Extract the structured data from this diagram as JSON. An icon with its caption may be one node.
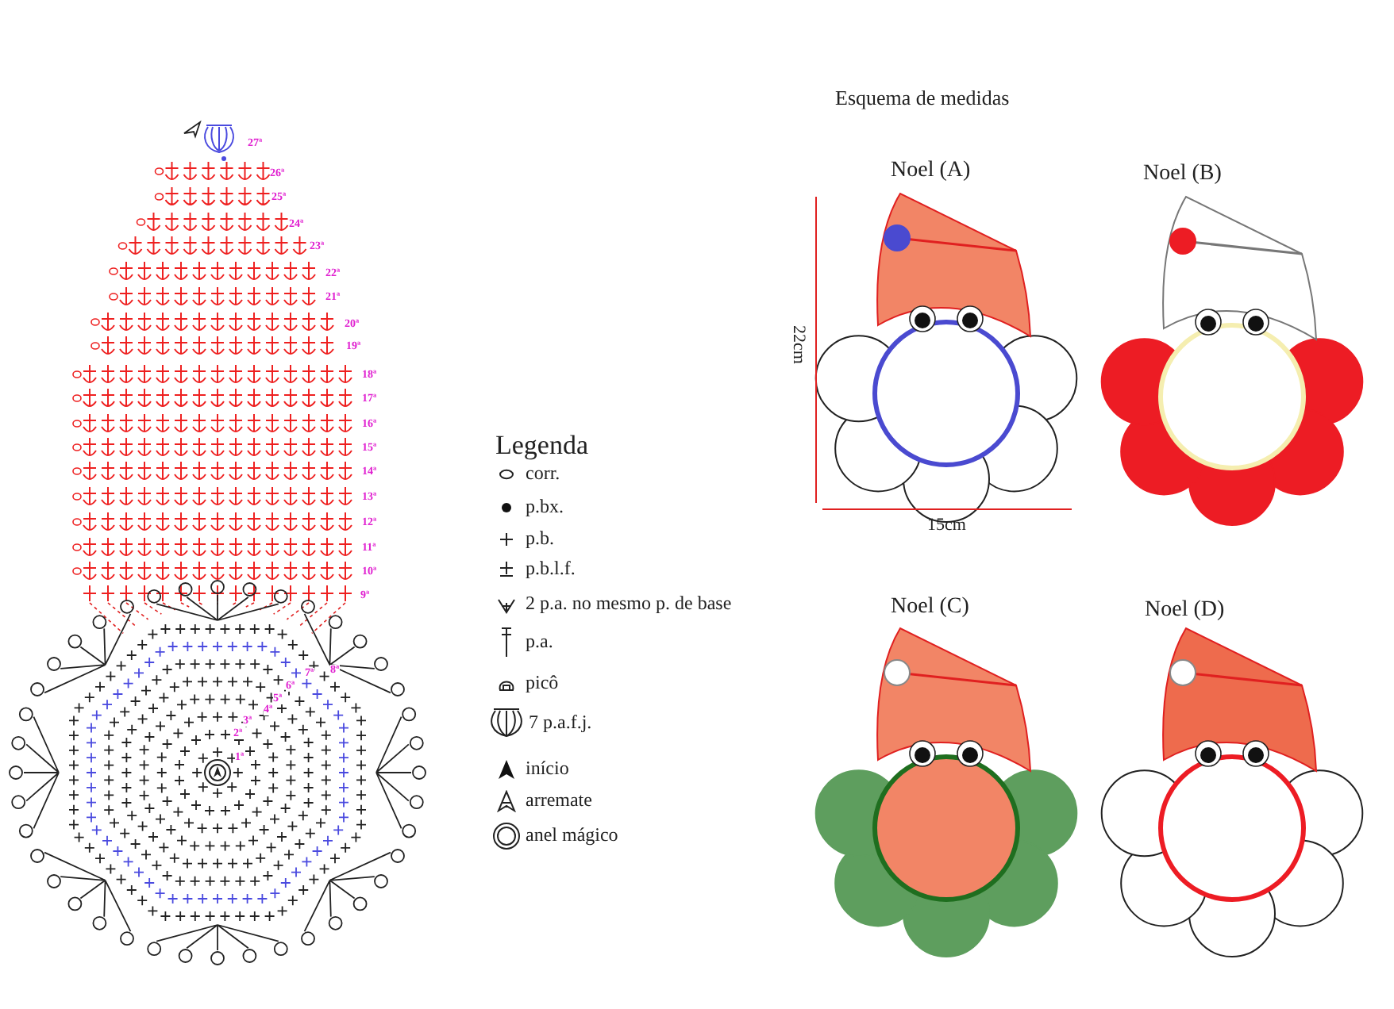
{
  "diagram": {
    "labels": [
      "27ª",
      "26ª",
      "25ª",
      "24ª",
      "23ª",
      "22ª",
      "21ª",
      "20ª",
      "19ª",
      "18ª",
      "17ª",
      "16ª",
      "15ª",
      "14ª",
      "13ª",
      "12ª",
      "11ª",
      "10ª",
      "9ª",
      "8ª",
      "7ª",
      "6ª",
      "5ª",
      "4ª",
      "3ª",
      "2ª",
      "1ª",
      "Legenda",
      "Esquema de medidas",
      "Noel (A)",
      "Noel (B)",
      "22cm",
      "15cm",
      "Noel (C)",
      "Noel (D)"
    ],
    "legend": [
      {
        "text": "corr."
      },
      {
        "text": "p.bx."
      },
      {
        "text": "p.b."
      },
      {
        "text": "p.b.l.f."
      },
      {
        "text": "2 p.a. no mesmo p. de base"
      },
      {
        "text": "p.a."
      },
      {
        "text": "picô"
      },
      {
        "text": "7 p.a.f.j."
      },
      {
        "text": "início"
      },
      {
        "text": "arremate"
      },
      {
        "text": "anel mágico"
      }
    ]
  }
}
